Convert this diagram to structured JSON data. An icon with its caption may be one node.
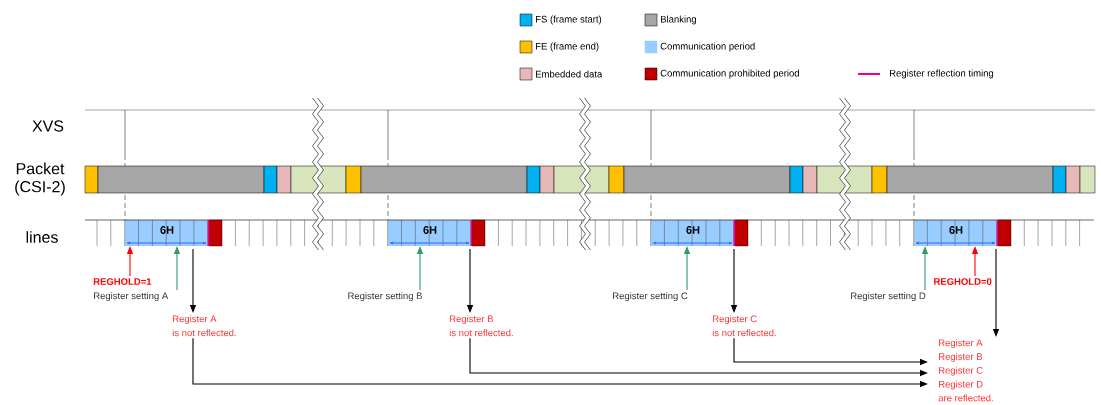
{
  "diagram": {
    "nodes": [
      {
        "text": [
          "REGHOLD=1"
        ]
      },
      {
        "text": [
          "Register setting A"
        ]
      },
      {
        "text": [
          "Register A is not reflected."
        ]
      },
      {
        "text": [
          "Register setting B"
        ]
      },
      {
        "text": [
          "Register B is not reflected."
        ]
      },
      {
        "text": [
          "Register setting C"
        ]
      },
      {
        "text": [
          "Register C is not reflected."
        ]
      },
      {
        "text": [
          "Register setting D"
        ]
      },
      {
        "text": [
          "REGHOLD=0"
        ]
      },
      {
        "text": [
          "Register A Register B Register C Register D are reflected."
        ]
      },
      {
        "text": [],
        "shape": "bar"
      }
    ],
    "edges": [
      {
        "from": 0,
        "to": 10,
        "arrow": "to",
        "color": "#ff0000"
      },
      {
        "from": 1,
        "to": 10,
        "arrow": "to",
        "color": "#339966"
      },
      {
        "from": 10,
        "to": 2,
        "arrow": "to"
      },
      {
        "from": 3,
        "to": 10,
        "arrow": "to",
        "color": "#339966"
      },
      {
        "from": 10,
        "to": 4,
        "arrow": "to"
      },
      {
        "from": 5,
        "to": 10,
        "arrow": "to",
        "color": "#339966"
      },
      {
        "from": 10,
        "to": 6,
        "arrow": "to"
      },
      {
        "from": 7,
        "to": 10,
        "arrow": "to",
        "color": "#339966"
      },
      {
        "from": 8,
        "to": 10,
        "arrow": "to",
        "color": "#ff0000"
      },
      {
        "from": 10,
        "to": 9,
        "arrow": "to"
      },
      {
        "from": 2,
        "to": 9,
        "arrow": "to"
      },
      {
        "from": 4,
        "to": 9,
        "arrow": "to"
      },
      {
        "from": 6,
        "to": 9,
        "arrow": "to"
      }
    ],
    "labels": [
      "XVS",
      "Packet (CSI-2)",
      "lines",
      "6H",
      "6H",
      "6H",
      "6H"
    ],
    "legend": [
      {
        "text": "FS (frame start)",
        "color": "#00b0f0"
      },
      {
        "text": "Blanking",
        "color": "#a6a6a6"
      },
      {
        "text": "FE (frame end)",
        "color": "#ffc000"
      },
      {
        "text": "Communication period",
        "color": "#99ccff"
      },
      {
        "text": "Embedded data",
        "color": "#e6b8b7"
      },
      {
        "text": "Communication prohibited period",
        "color": "#c00000"
      },
      {
        "text": "Register reflection timing"
      }
    ]
  }
}
